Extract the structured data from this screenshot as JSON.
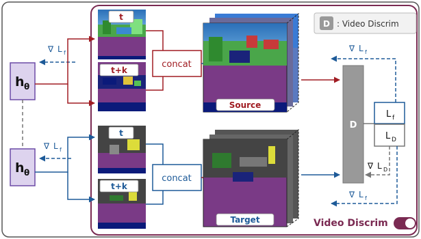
{
  "legend": {
    "badge": "D",
    "text": ": Video Discrim"
  },
  "encoder": {
    "label": "h",
    "subscript": "θ"
  },
  "frames": {
    "t": "t",
    "tk": "t+k"
  },
  "concat_label": "concat",
  "stack_labels": {
    "source": "Source",
    "target": "Target"
  },
  "discriminator_label": "D",
  "losses": {
    "lf_main": "L",
    "lf_sub": "f",
    "ld_main": "L",
    "ld_sub": "D"
  },
  "grad_labels": {
    "nabla": "∇",
    "lf": "L",
    "lf_sub": "f",
    "ld": "L",
    "ld_sub": "D"
  },
  "toggle": {
    "label": "Video Discrim",
    "state": "on"
  },
  "colors": {
    "source_red": "#a01c22",
    "target_blue": "#1d5a98",
    "panel_border": "#7a2a52",
    "encoder_fill": "#ddd3ee",
    "encoder_border": "#6b4aa6",
    "disc_gray": "#999999",
    "toggle_color": "#7a2a52"
  }
}
